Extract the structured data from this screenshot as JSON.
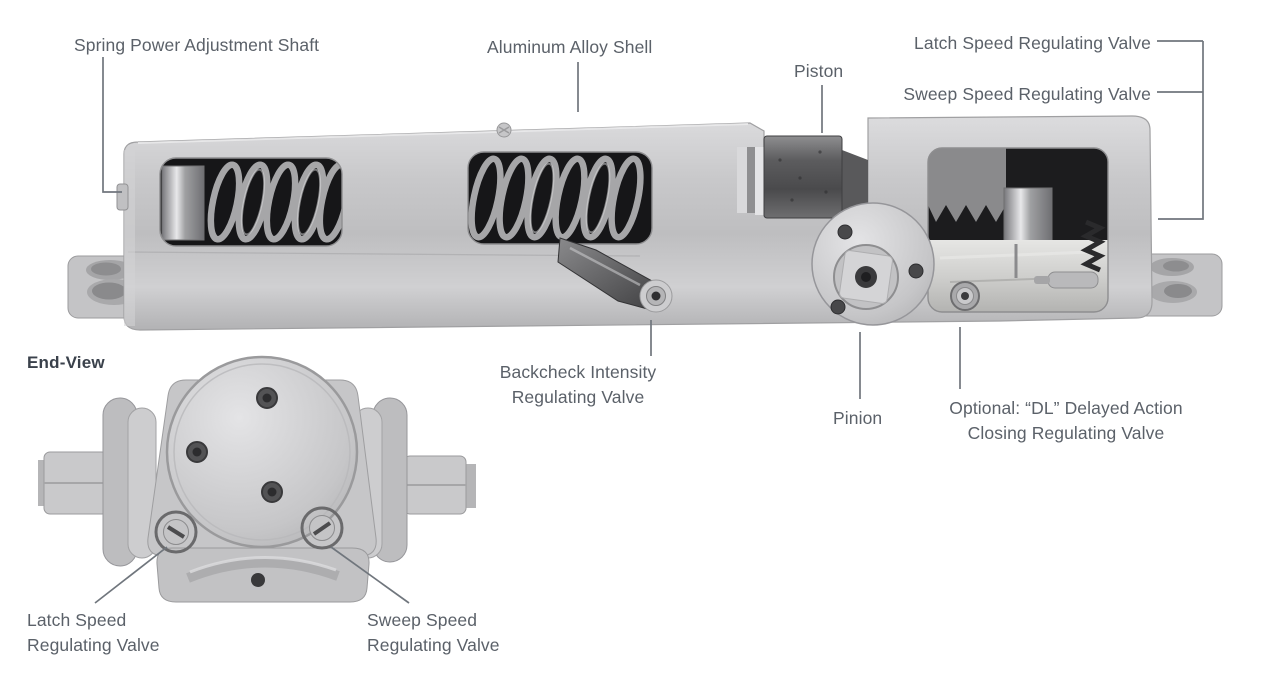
{
  "diagram": {
    "heading_end_view": "End-View",
    "labels": {
      "spring_power_adjustment_shaft": "Spring Power Adjustment Shaft",
      "aluminum_alloy_shell": "Aluminum Alloy Shell",
      "piston": "Piston",
      "latch_speed_regulating_valve": "Latch Speed Regulating Valve",
      "sweep_speed_regulating_valve": "Sweep Speed Regulating Valve",
      "backcheck_intensity_regulating_valve": "Backcheck Intensity\nRegulating Valve",
      "pinion": "Pinion",
      "optional_dl_delayed_action": "Optional: “DL” Delayed Action\nClosing Regulating Valve",
      "end_view_latch_speed": "Latch Speed\nRegulating Valve",
      "end_view_sweep_speed": "Sweep Speed\nRegulating Valve"
    },
    "colors": {
      "label_text": "#5b6169",
      "heading_text": "#3a414b",
      "leader_line": "#70767d",
      "body_metal": "#c6c6c8",
      "spring_dark": "#161618",
      "background": "#ffffff"
    }
  }
}
